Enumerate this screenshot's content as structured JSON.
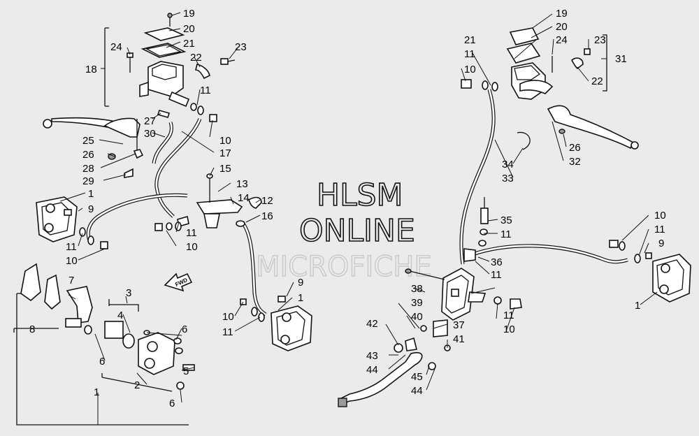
{
  "watermark": {
    "line1": "HLSM",
    "line2": "ONLINE",
    "line3": "MICROFICHE"
  },
  "direction_arrow": {
    "label": "FWD"
  },
  "callouts": [
    {
      "id": "c1",
      "text": "19"
    },
    {
      "id": "c2",
      "text": "20"
    },
    {
      "id": "c3",
      "text": "24"
    },
    {
      "id": "c4",
      "text": "21"
    },
    {
      "id": "c5",
      "text": "18"
    },
    {
      "id": "c6",
      "text": "22"
    },
    {
      "id": "c7",
      "text": "23"
    },
    {
      "id": "c8",
      "text": "11"
    },
    {
      "id": "c9",
      "text": "27"
    },
    {
      "id": "c10",
      "text": "30"
    },
    {
      "id": "c11",
      "text": "10"
    },
    {
      "id": "c12",
      "text": "25"
    },
    {
      "id": "c13",
      "text": "26"
    },
    {
      "id": "c14",
      "text": "17"
    },
    {
      "id": "c15",
      "text": "28"
    },
    {
      "id": "c16",
      "text": "15"
    },
    {
      "id": "c17",
      "text": "29"
    },
    {
      "id": "c18",
      "text": "13"
    },
    {
      "id": "c19",
      "text": "1"
    },
    {
      "id": "c20",
      "text": "14"
    },
    {
      "id": "c21",
      "text": "12"
    },
    {
      "id": "c22",
      "text": "9"
    },
    {
      "id": "c23",
      "text": "16"
    },
    {
      "id": "c24",
      "text": "11"
    },
    {
      "id": "c25",
      "text": "11"
    },
    {
      "id": "c26",
      "text": "10"
    },
    {
      "id": "c27",
      "text": "10"
    },
    {
      "id": "c28",
      "text": "7"
    },
    {
      "id": "c29",
      "text": "9"
    },
    {
      "id": "c30",
      "text": "3"
    },
    {
      "id": "c31",
      "text": "1"
    },
    {
      "id": "c32",
      "text": "4"
    },
    {
      "id": "c33",
      "text": "10"
    },
    {
      "id": "c34",
      "text": "8"
    },
    {
      "id": "c35",
      "text": "11"
    },
    {
      "id": "c36",
      "text": "6"
    },
    {
      "id": "c37",
      "text": "6"
    },
    {
      "id": "c38",
      "text": "5"
    },
    {
      "id": "c39",
      "text": "2"
    },
    {
      "id": "c40",
      "text": "1"
    },
    {
      "id": "c41",
      "text": "6"
    },
    {
      "id": "c42",
      "text": "19"
    },
    {
      "id": "c43",
      "text": "20"
    },
    {
      "id": "c44",
      "text": "21"
    },
    {
      "id": "c45",
      "text": "24"
    },
    {
      "id": "c46",
      "text": "23"
    },
    {
      "id": "c47",
      "text": "11"
    },
    {
      "id": "c48",
      "text": "31"
    },
    {
      "id": "c49",
      "text": "10"
    },
    {
      "id": "c50",
      "text": "22"
    },
    {
      "id": "c51",
      "text": "26"
    },
    {
      "id": "c52",
      "text": "32"
    },
    {
      "id": "c53",
      "text": "34"
    },
    {
      "id": "c54",
      "text": "33"
    },
    {
      "id": "c55",
      "text": "35"
    },
    {
      "id": "c56",
      "text": "10"
    },
    {
      "id": "c57",
      "text": "11"
    },
    {
      "id": "c58",
      "text": "11"
    },
    {
      "id": "c59",
      "text": "9"
    },
    {
      "id": "c60",
      "text": "36"
    },
    {
      "id": "c61",
      "text": "11"
    },
    {
      "id": "c62",
      "text": "38"
    },
    {
      "id": "c63",
      "text": "1"
    },
    {
      "id": "c64",
      "text": "39"
    },
    {
      "id": "c65",
      "text": "40"
    },
    {
      "id": "c66",
      "text": "11"
    },
    {
      "id": "c67",
      "text": "42"
    },
    {
      "id": "c68",
      "text": "37"
    },
    {
      "id": "c69",
      "text": "10"
    },
    {
      "id": "c70",
      "text": "41"
    },
    {
      "id": "c71",
      "text": "43"
    },
    {
      "id": "c72",
      "text": "44"
    },
    {
      "id": "c73",
      "text": "45"
    },
    {
      "id": "c74",
      "text": "44"
    }
  ]
}
